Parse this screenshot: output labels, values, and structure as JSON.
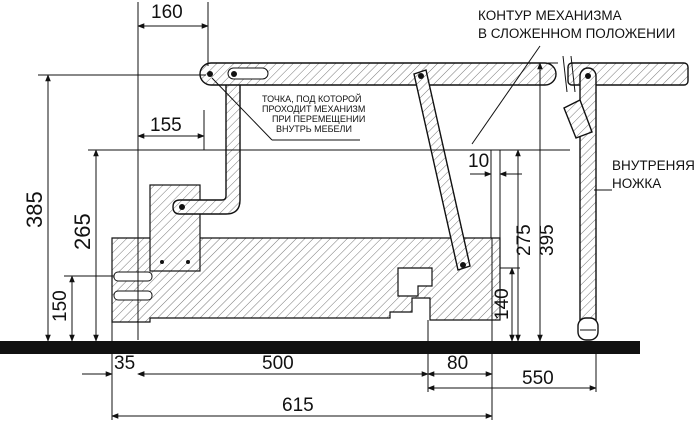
{
  "dimensions": {
    "d160": "160",
    "d155": "155",
    "d385": "385",
    "d265": "265",
    "d150": "150",
    "d10": "10",
    "d275": "275",
    "d395": "395",
    "d140": "140",
    "d35": "35",
    "d500": "500",
    "d80": "80",
    "d550": "550",
    "d615": "615"
  },
  "notes": {
    "contour_line1": "КОНТУР МЕХАНИЗМА",
    "contour_line2": "В СЛОЖЕННОМ ПОЛОЖЕНИИ",
    "point_line1": "ТОЧКА, ПОД КОТОРОЙ",
    "point_line2": "ПРОХОДИТ МЕХАНИЗМ",
    "point_line3": "ПРИ ПЕРЕМЕЩЕНИИ",
    "point_line4": "ВНУТРЬ МЕБЕЛИ",
    "leg_line1": "ВНУТРЕНЯЯ",
    "leg_line2": "НОЖКА"
  },
  "colors": {
    "ink": "#111111",
    "background": "#ffffff"
  }
}
